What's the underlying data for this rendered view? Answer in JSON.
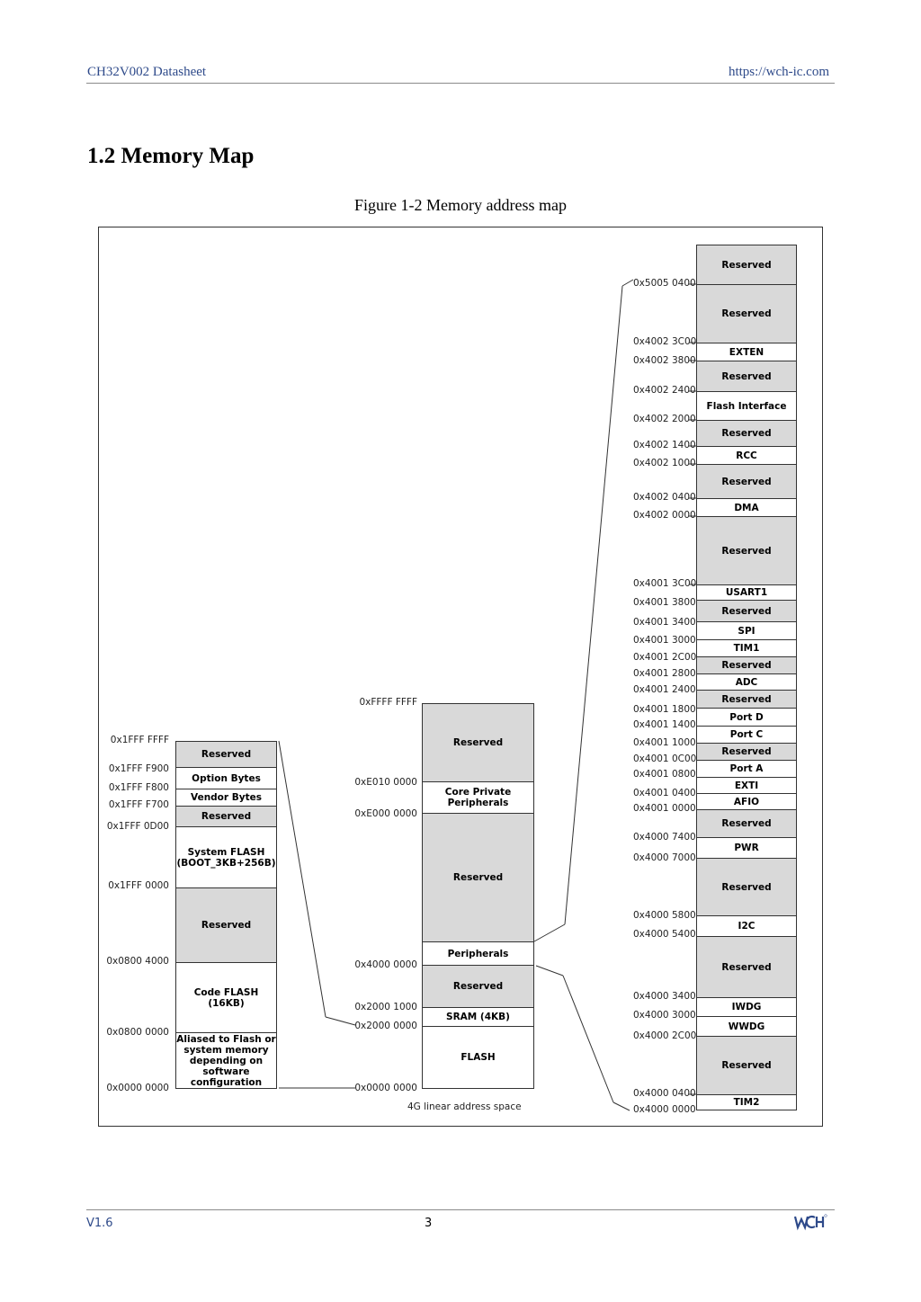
{
  "header": {
    "doc_title": "CH32V002 Datasheet",
    "url": "https://wch-ic.com"
  },
  "section_title": "1.2 Memory Map",
  "figure_caption": "Figure 1-2 Memory address map",
  "map1": {
    "blocks": [
      {
        "label": "Reserved",
        "reserved": true
      },
      {
        "label": "Option Bytes",
        "reserved": false
      },
      {
        "label": "Vendor Bytes",
        "reserved": false
      },
      {
        "label": "Reserved",
        "reserved": true
      },
      {
        "label": "System FLASH (BOOT_3KB+256B)",
        "reserved": false
      },
      {
        "label": "Reserved",
        "reserved": true
      },
      {
        "label": "Code FLASH (16KB)",
        "reserved": false
      },
      {
        "label": "Aliased to Flash or system memory depending on software configuration",
        "reserved": false
      }
    ],
    "addresses": [
      "0x1FFF FFFF",
      "0x1FFF F900",
      "0x1FFF F800",
      "0x1FFF F700",
      "0x1FFF 0D00",
      "0x1FFF 0000",
      "0x0800 4000",
      "0x0800 0000",
      "0x0000 0000"
    ]
  },
  "map2": {
    "blocks": [
      {
        "label": "Reserved",
        "reserved": true
      },
      {
        "label": "Core Private Peripherals",
        "reserved": false
      },
      {
        "label": "Reserved",
        "reserved": true
      },
      {
        "label": "Peripherals",
        "reserved": false
      },
      {
        "label": "Reserved",
        "reserved": true
      },
      {
        "label": "SRAM (4KB)",
        "reserved": false
      },
      {
        "label": "FLASH",
        "reserved": false
      }
    ],
    "addresses": [
      "0xFFFF FFFF",
      "0xE010 0000",
      "0xE000 0000",
      "0x4000 0000",
      "0x2000 1000",
      "0x2000 0000",
      "0x0000 0000"
    ],
    "caption": "4G linear address space"
  },
  "map3": {
    "blocks": [
      {
        "label": "Reserved",
        "reserved": true
      },
      {
        "label": "Reserved",
        "reserved": true
      },
      {
        "label": "EXTEN",
        "reserved": false
      },
      {
        "label": "Reserved",
        "reserved": true
      },
      {
        "label": "Flash Interface",
        "reserved": false
      },
      {
        "label": "Reserved",
        "reserved": true
      },
      {
        "label": "RCC",
        "reserved": false
      },
      {
        "label": "Reserved",
        "reserved": true
      },
      {
        "label": "DMA",
        "reserved": false
      },
      {
        "label": "Reserved",
        "reserved": true
      },
      {
        "label": "USART1",
        "reserved": false
      },
      {
        "label": "Reserved",
        "reserved": true
      },
      {
        "label": "SPI",
        "reserved": false
      },
      {
        "label": "TIM1",
        "reserved": false
      },
      {
        "label": "Reserved",
        "reserved": true
      },
      {
        "label": "ADC",
        "reserved": false
      },
      {
        "label": "Reserved",
        "reserved": true
      },
      {
        "label": "Port D",
        "reserved": false
      },
      {
        "label": "Port C",
        "reserved": false
      },
      {
        "label": "Reserved",
        "reserved": true
      },
      {
        "label": "Port A",
        "reserved": false
      },
      {
        "label": "EXTI",
        "reserved": false
      },
      {
        "label": "AFIO",
        "reserved": false
      },
      {
        "label": "Reserved",
        "reserved": true
      },
      {
        "label": "PWR",
        "reserved": false
      },
      {
        "label": "Reserved",
        "reserved": true
      },
      {
        "label": "I2C",
        "reserved": false
      },
      {
        "label": "Reserved",
        "reserved": true
      },
      {
        "label": "IWDG",
        "reserved": false
      },
      {
        "label": "WWDG",
        "reserved": false
      },
      {
        "label": "Reserved",
        "reserved": true
      },
      {
        "label": "TIM2",
        "reserved": false
      }
    ],
    "addresses": [
      "0x5005 0400",
      "0x4002 3C00",
      "0x4002 3800",
      "0x4002 2400",
      "0x4002 2000",
      "0x4002 1400",
      "0x4002 1000",
      "0x4002 0400",
      "0x4002 0000",
      "0x4001 3C00",
      "0x4001 3800",
      "0x4001 3400",
      "0x4001 3000",
      "0x4001 2C00",
      "0x4001 2800",
      "0x4001 2400",
      "0x4001 1800",
      "0x4001 1400",
      "0x4001 1000",
      "0x4001 0C00",
      "0x4001 0800",
      "0x4001 0400",
      "0x4001 0000",
      "0x4000 7400",
      "0x4000 7000",
      "0x4000 5800",
      "0x4000 5400",
      "0x4000 3400",
      "0x4000 3000",
      "0x4000 2C00",
      "0x4000 0400",
      "0x4000 0000"
    ]
  },
  "footer": {
    "version": "V1.6",
    "page": "3",
    "logo_text": "WCH"
  }
}
